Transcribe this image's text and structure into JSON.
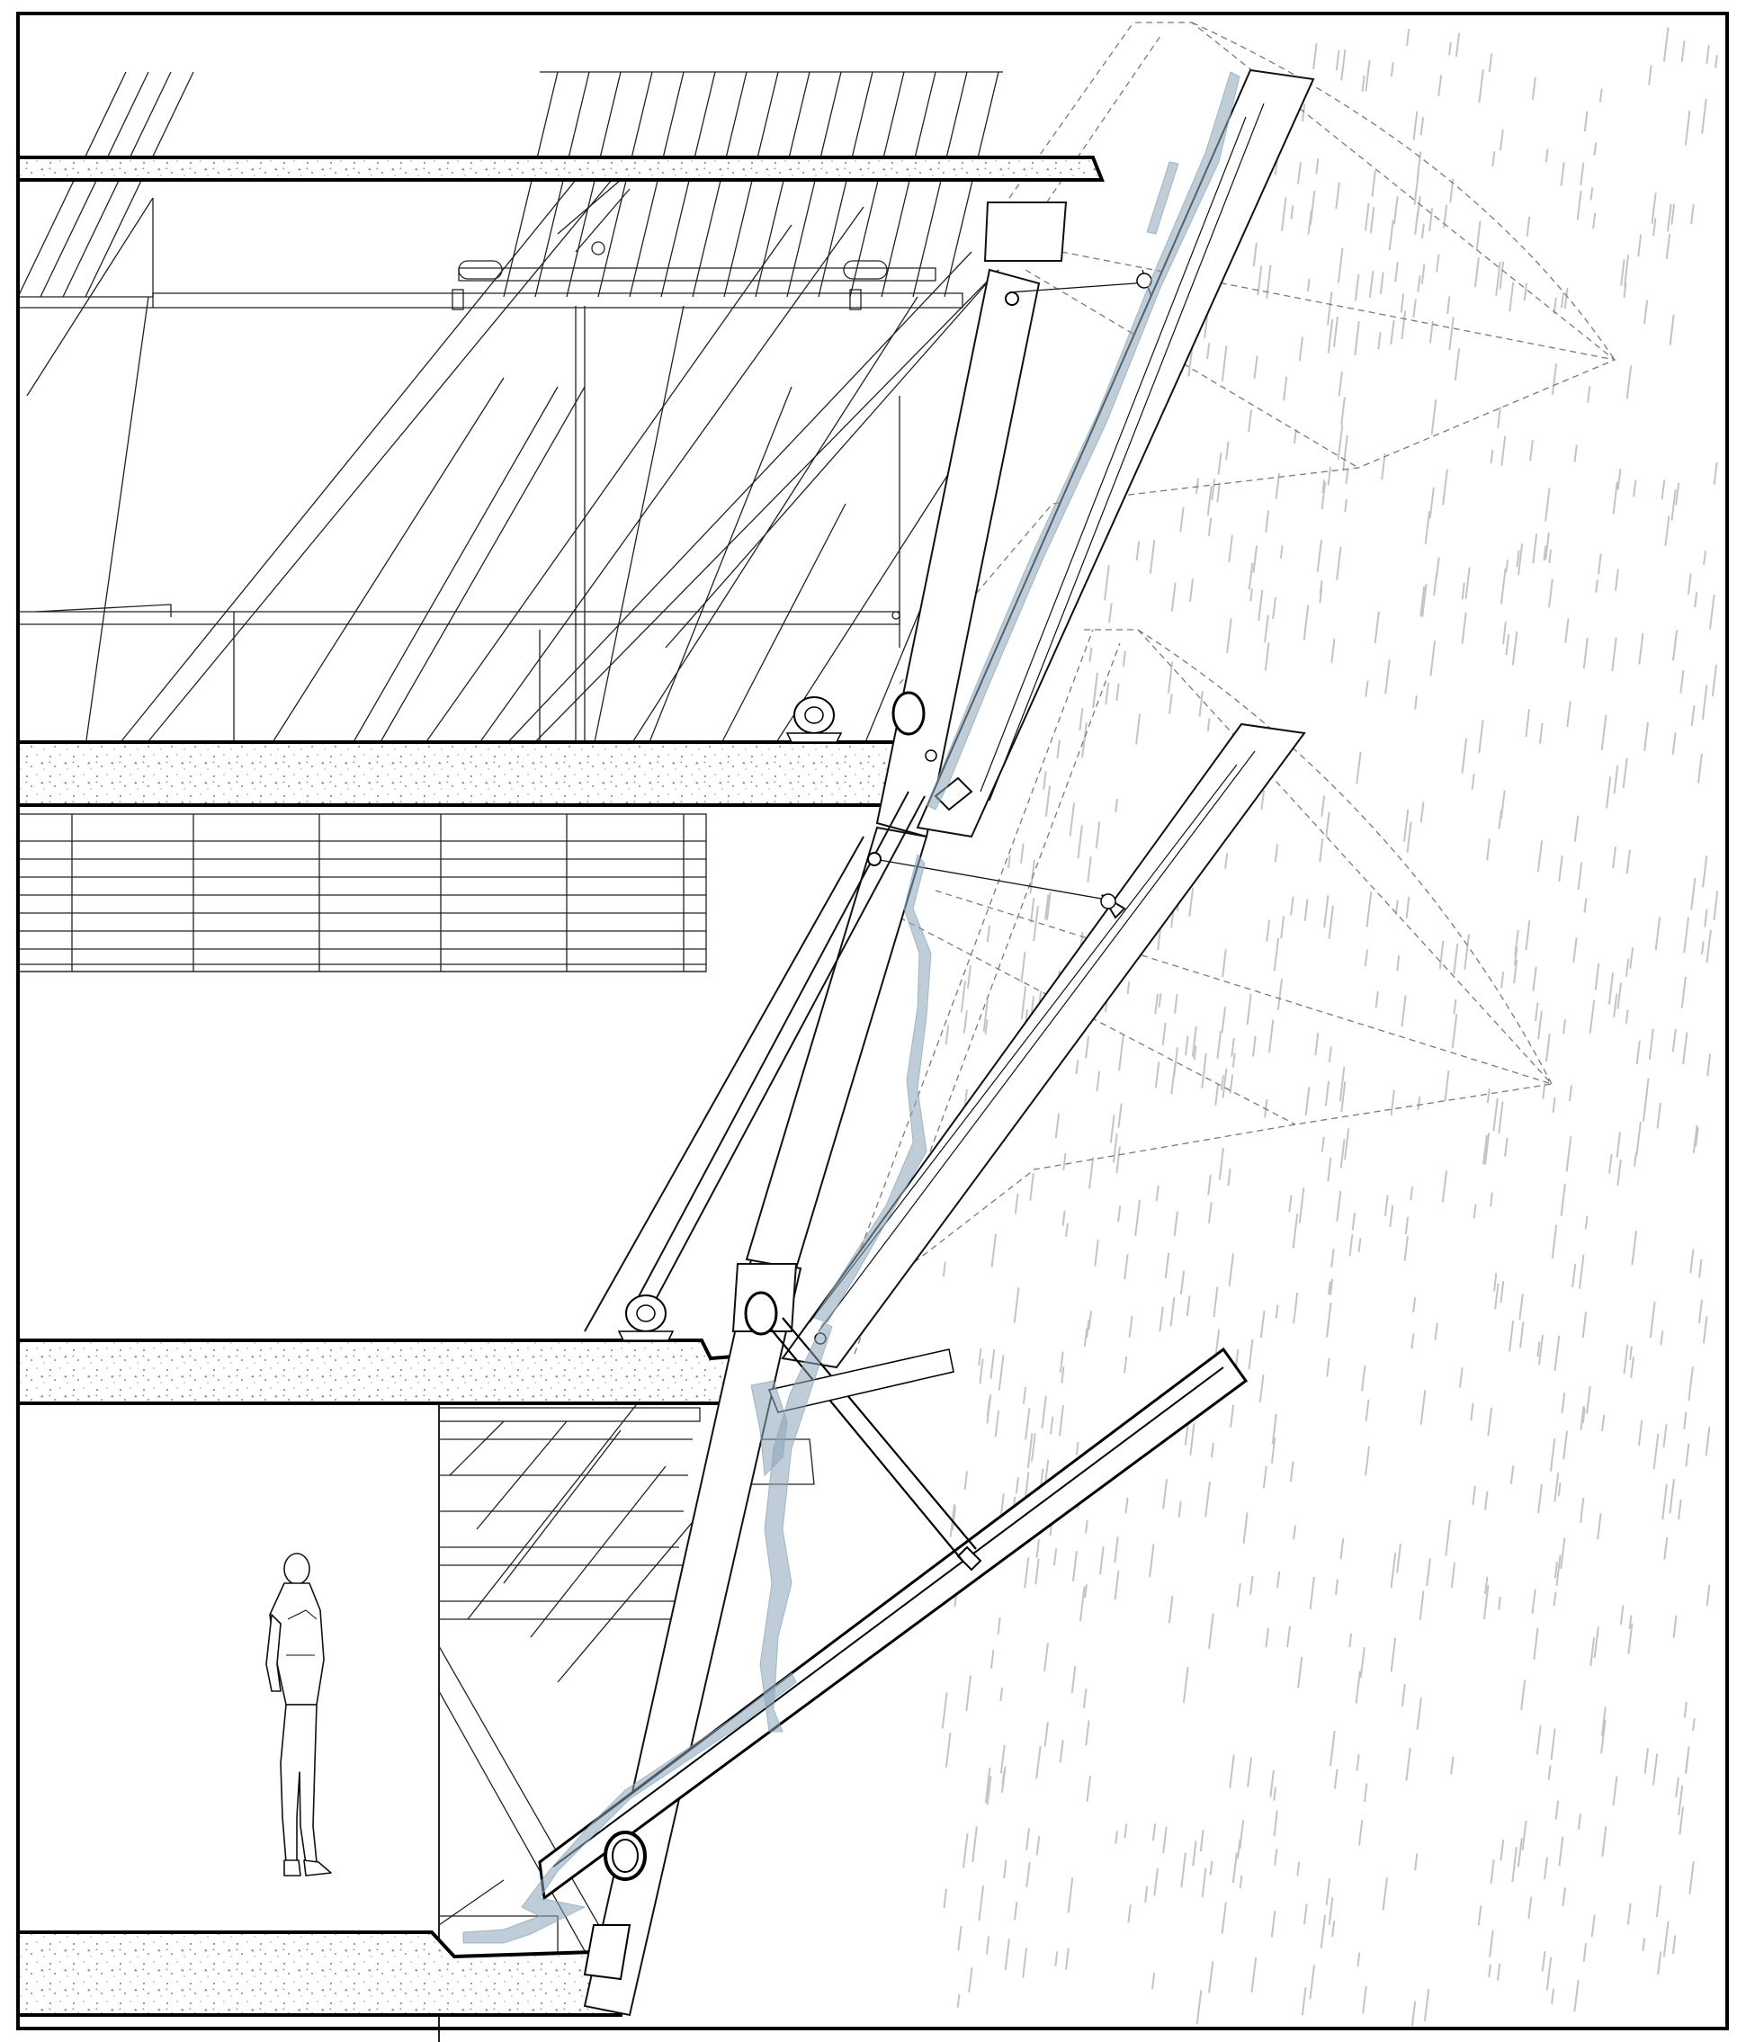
{
  "drawing": {
    "background": "#ffffff",
    "line_color": "#111111",
    "water_color": "#8aa4b8",
    "rain_color": "#c4c4c4",
    "guide_color": "#7a7a7a"
  },
  "figure": {
    "name": "person-silhouette",
    "floor": "lower"
  },
  "elements": [
    "outer-frame",
    "roof-slab",
    "upper-floor-slab",
    "middle-floor-slab",
    "lower-floor-slab",
    "upper-louver-panel",
    "lower-louver-panel",
    "bottom-gutter-panel",
    "support-strut",
    "hinge-pins",
    "rainwater-flow",
    "rain-streaks",
    "swing-arcs"
  ]
}
